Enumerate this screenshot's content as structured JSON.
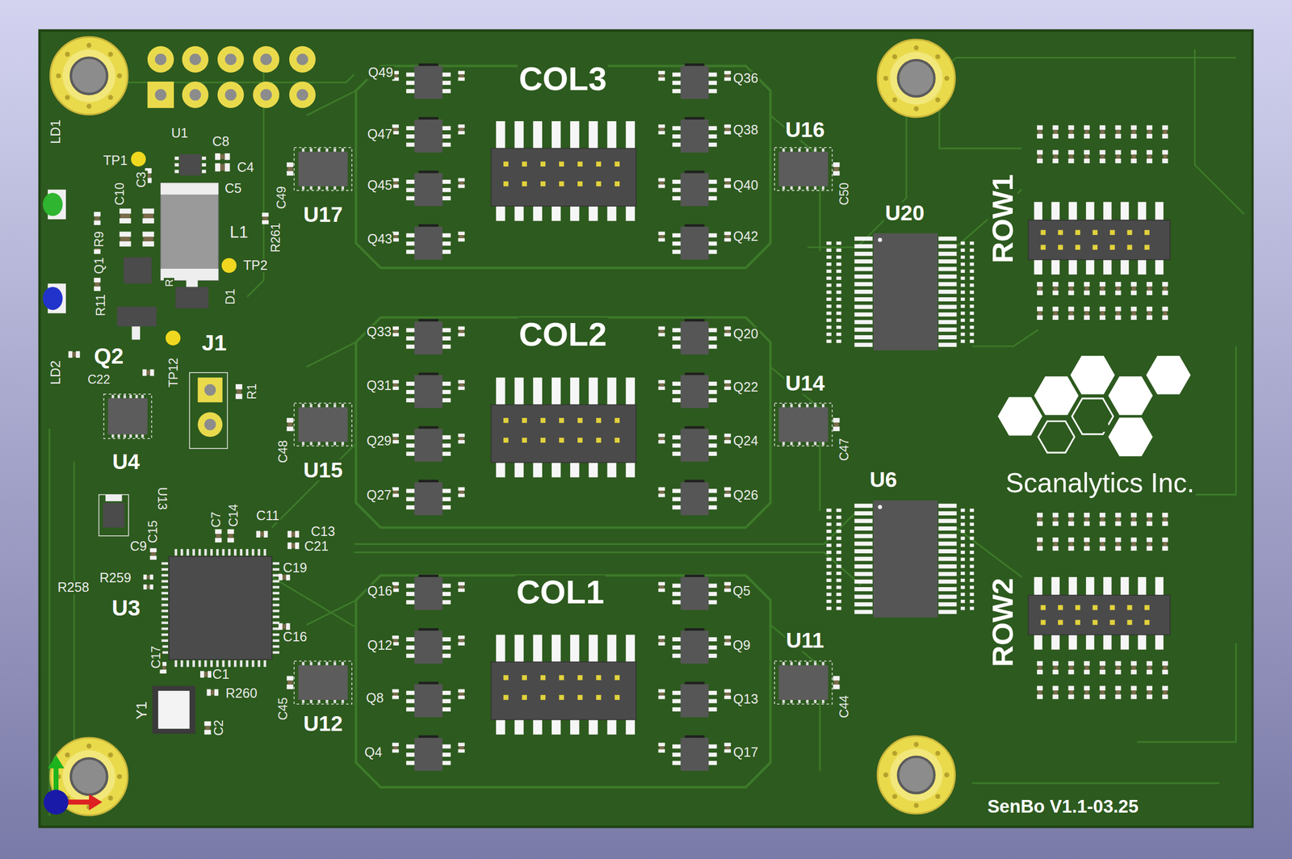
{
  "diagram": {
    "labels": [
      "LD1",
      "U1",
      "C8",
      "TP1",
      "C3",
      "C4",
      "C10",
      "C5",
      "L1",
      "R9",
      "Q1",
      "R261",
      "C49",
      "TP2",
      "R11",
      "R",
      "D1",
      "Q2",
      "J1",
      "TP12",
      "LD2",
      "C22",
      "R1",
      "U4",
      "U13",
      "C7",
      "C14",
      "C15",
      "C11",
      "C13",
      "C21",
      "C9",
      "C19",
      "R259",
      "R258",
      "U3",
      "C16",
      "C17",
      "C1",
      "R260",
      "Y1",
      "C2",
      "Q49",
      "COL3",
      "Q36",
      "Q47",
      "Q38",
      "U16",
      "U17",
      "Q45",
      "Q40",
      "C50",
      "Q43",
      "Q42",
      "U20",
      "ROW1",
      "Q33",
      "COL2",
      "Q20",
      "Q31",
      "Q22",
      "U14",
      "Q29",
      "Q24",
      "C48",
      "C47",
      "U15",
      "U6",
      "Scanalytics Inc.",
      "Q27",
      "Q26",
      "Q16",
      "COL1",
      "Q5",
      "Q12",
      "Q9",
      "U11",
      "ROW2",
      "Q8",
      "Q13",
      "C45",
      "C44",
      "U12",
      "Q4",
      "Q17",
      "SenBo V1.1-03.25"
    ]
  }
}
